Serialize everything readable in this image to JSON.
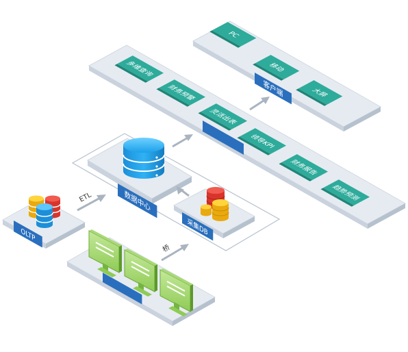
{
  "client": {
    "label": "客户端",
    "tiles": [
      "PC",
      "移动",
      "大屏"
    ]
  },
  "app_layer": {
    "tiles": [
      "多维查询",
      "财务预警",
      "灵活出表",
      "领导KPI",
      "财务报告",
      "趋势预测"
    ]
  },
  "data_center": {
    "label": "数据中心"
  },
  "collect_db": {
    "label": "采集DB"
  },
  "oltp": {
    "label": "OLTP"
  },
  "arrows": {
    "etl": "ETL",
    "bridge": "桥"
  },
  "colors": {
    "slab_top": "#e6ebf1",
    "slab_side": "#c9d2dd",
    "teal": "#2eab9b",
    "teal_dark": "#1f8577",
    "blue_label": "#2a6fbd",
    "arrow": "#a9b4c0"
  }
}
